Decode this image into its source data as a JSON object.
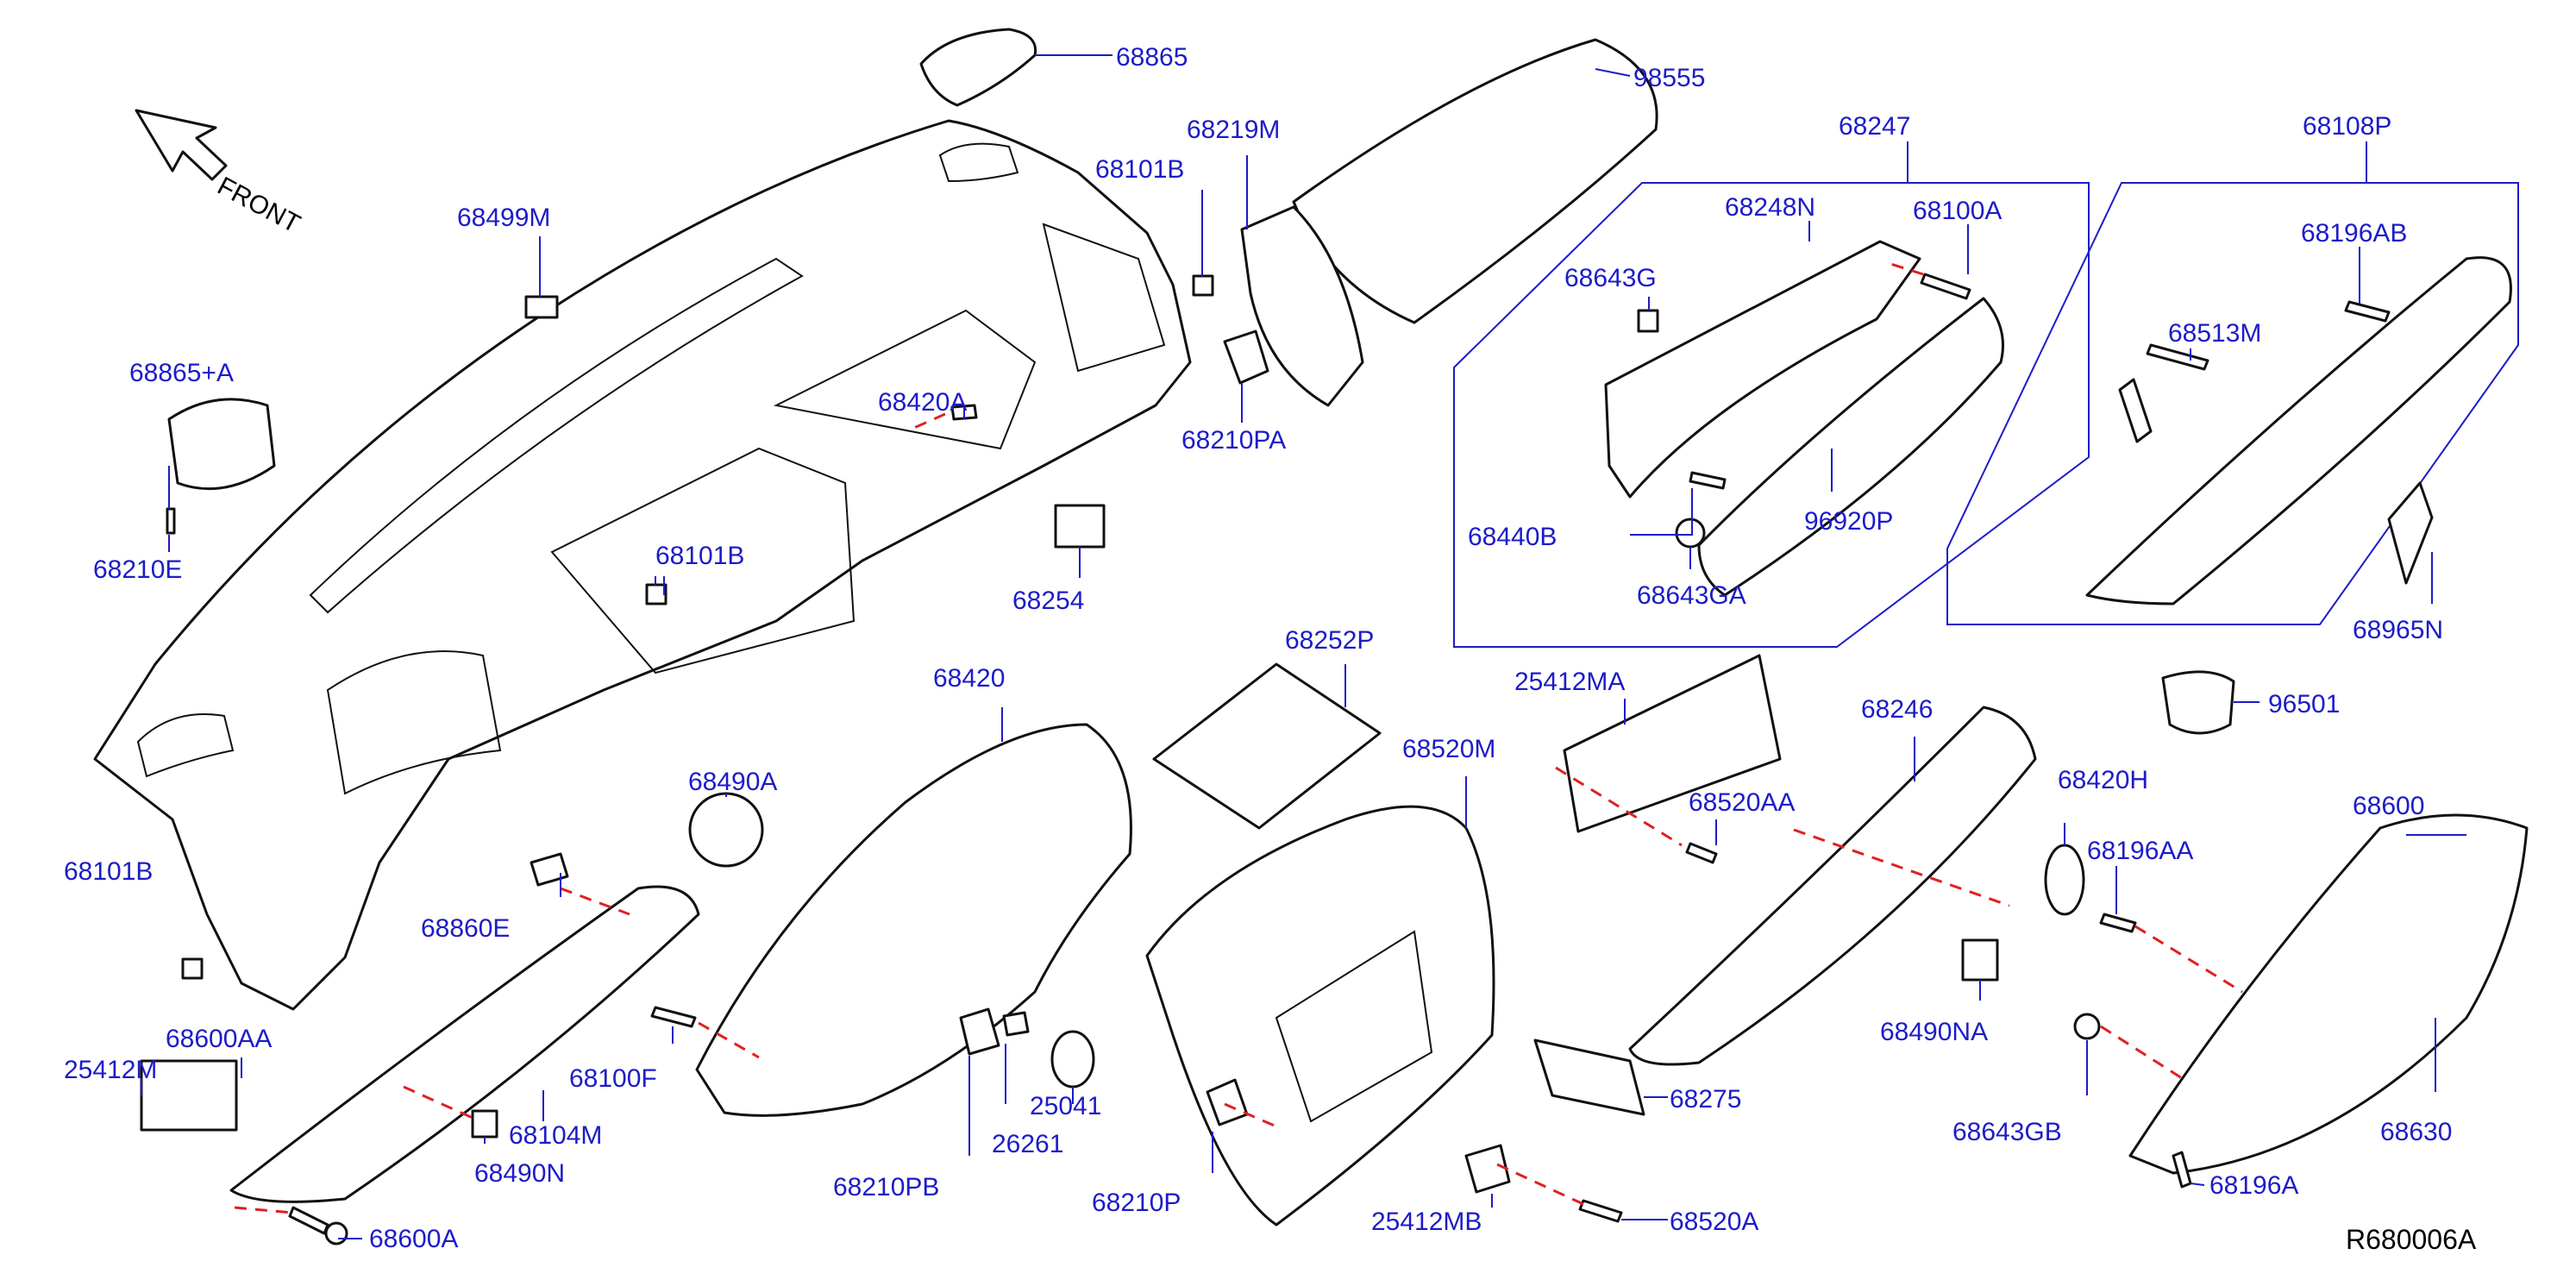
{
  "diagram": {
    "front_label": "FRONT",
    "ref_code": "R680006A",
    "callouts": [
      {
        "id": "c1",
        "label": "68865"
      },
      {
        "id": "c2",
        "label": "98555"
      },
      {
        "id": "c3",
        "label": "68219M"
      },
      {
        "id": "c4",
        "label": "68101B"
      },
      {
        "id": "c5",
        "label": "68499M"
      },
      {
        "id": "c6",
        "label": "68865+A"
      },
      {
        "id": "c7",
        "label": "68210E"
      },
      {
        "id": "c8",
        "label": "68420A"
      },
      {
        "id": "c9",
        "label": "68210PA"
      },
      {
        "id": "c10",
        "label": "68101B"
      },
      {
        "id": "c11",
        "label": "68254"
      },
      {
        "id": "c12",
        "label": "68247"
      },
      {
        "id": "c13",
        "label": "68248N"
      },
      {
        "id": "c14",
        "label": "68100A"
      },
      {
        "id": "c15",
        "label": "68643G"
      },
      {
        "id": "c16",
        "label": "68440B"
      },
      {
        "id": "c17",
        "label": "96920P"
      },
      {
        "id": "c18",
        "label": "68643GA"
      },
      {
        "id": "c19",
        "label": "68108P"
      },
      {
        "id": "c20",
        "label": "68196AB"
      },
      {
        "id": "c21",
        "label": "68513M"
      },
      {
        "id": "c22",
        "label": "68965N"
      },
      {
        "id": "c23",
        "label": "68420"
      },
      {
        "id": "c24",
        "label": "68252P"
      },
      {
        "id": "c25",
        "label": "68520M"
      },
      {
        "id": "c26",
        "label": "25412MA"
      },
      {
        "id": "c27",
        "label": "68246"
      },
      {
        "id": "c28",
        "label": "96501"
      },
      {
        "id": "c29",
        "label": "68490A"
      },
      {
        "id": "c30",
        "label": "68101B"
      },
      {
        "id": "c31",
        "label": "68860E"
      },
      {
        "id": "c32",
        "label": "68520AA"
      },
      {
        "id": "c33",
        "label": "68420H"
      },
      {
        "id": "c34",
        "label": "68600"
      },
      {
        "id": "c35",
        "label": "68196AA"
      },
      {
        "id": "c36",
        "label": "68600AA"
      },
      {
        "id": "c37",
        "label": "25412M"
      },
      {
        "id": "c38",
        "label": "68100F"
      },
      {
        "id": "c39",
        "label": "68104M"
      },
      {
        "id": "c40",
        "label": "68490N"
      },
      {
        "id": "c41",
        "label": "68600A"
      },
      {
        "id": "c42",
        "label": "68210PB"
      },
      {
        "id": "c43",
        "label": "26261"
      },
      {
        "id": "c44",
        "label": "25041"
      },
      {
        "id": "c45",
        "label": "68210P"
      },
      {
        "id": "c46",
        "label": "68275"
      },
      {
        "id": "c47",
        "label": "25412MB"
      },
      {
        "id": "c48",
        "label": "68520A"
      },
      {
        "id": "c49",
        "label": "68490NA"
      },
      {
        "id": "c50",
        "label": "68643GB"
      },
      {
        "id": "c51",
        "label": "68630"
      },
      {
        "id": "c52",
        "label": "68196A"
      }
    ]
  }
}
